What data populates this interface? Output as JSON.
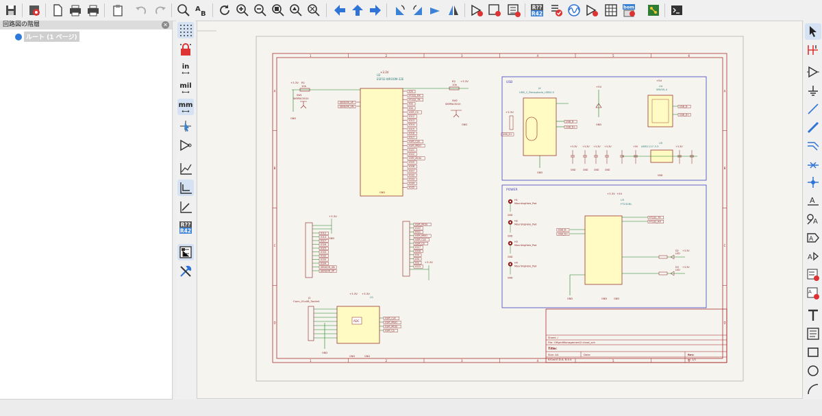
{
  "app": {
    "hierarchy_title": "回路図の階層",
    "hierarchy_root": "ルート (1 ページ)"
  },
  "toolbar": {
    "icons": [
      "save-icon",
      "schematic-setup-icon",
      "page-settings-icon",
      "print-icon",
      "plot-icon",
      "paste-icon",
      "undo-icon",
      "redo-icon",
      "find-icon",
      "find-replace-icon",
      "refresh-icon",
      "zoom-in-icon",
      "zoom-out-icon",
      "zoom-fit-icon",
      "zoom-objects-icon",
      "zoom-selection-icon",
      "navigate-back-icon",
      "navigate-up-icon",
      "navigate-forward-icon",
      "rotate-ccw-icon",
      "rotate-cw-icon",
      "mirror-vertical-icon",
      "mirror-horizontal-icon",
      "symbol-editor-icon",
      "symbol-browser-icon",
      "annotate-icon",
      "erc-icon",
      "simulator-icon",
      "footprint-assign-icon",
      "bom-icon",
      "bom-export-icon",
      "pcb-editor-icon",
      "scripting-console-icon"
    ],
    "annotate_label_top": "R??",
    "annotate_label_bottom": "R42",
    "bom_label": "bom"
  },
  "left_tools": {
    "units_in": "in",
    "units_mil": "mil",
    "units_mm": "mm",
    "annotate_top": "R??",
    "annotate_bottom": "R42"
  },
  "schematic": {
    "usb_box_title": "USB",
    "power_box_title": "POWER",
    "mcu_ref": "U2",
    "mcu_value": "ESP32-WROOM-32E",
    "usb_conn_ref": "J4",
    "usb_conn_value": "USB_C_Receptacle_USB2.0",
    "usb_chip_ref": "U3",
    "usb_chip_value": "FT232RL",
    "esd_ref": "U4",
    "esd_value": "SRV05-4",
    "reg_ref": "U5",
    "reg_value": "AMS1117-3.3",
    "adc_ref": "U1",
    "adc_label": "ADC",
    "j2_ref": "J2",
    "j2_value": "Conn_01x08_Socket",
    "mounting_holes": [
      "H1",
      "H2",
      "H3",
      "H4"
    ],
    "mounting_hole_value": "MountingHole_Pad",
    "sw1_ref": "SW1",
    "sw1_value": "SKRPACE010",
    "sw2_ref": "SW2",
    "sw2_value": "SKRPACE010",
    "r1": "R1",
    "r1_value": "10k",
    "r2": "R2",
    "r2_value": "10k",
    "net_3v3": "+3.3V",
    "net_5v": "+5V",
    "net_gnd": "GND",
    "mcu_left_labels": [
      "SENSOR_VP",
      "SENSOR_VN"
    ],
    "mcu_right_labels": [
      "IO0",
      "FT232_RX",
      "FT232_TX",
      "IO2",
      "IO4",
      "VSPI_CS",
      "IO12",
      "IO13",
      "IO14",
      "IO15",
      "IO16",
      "IO17",
      "VSPI_CLK",
      "VSPI_MISO",
      "IO21",
      "IO22",
      "VSPI_MOSI",
      "IO25",
      "IO26",
      "IO27",
      "IO32",
      "IO33",
      "IO34",
      "IO35"
    ],
    "header1_labels": [
      "IO12",
      "IO14",
      "IO27",
      "IO26",
      "IO25",
      "IO33",
      "IO32",
      "IO35",
      "IO34",
      "SENSOR_VN",
      "SENSOR_VP"
    ],
    "header2_labels": [
      "VSPI_MOSI",
      "IO22",
      "IO21",
      "VSPI_MISO",
      "VSPI_CLK",
      "VSPI_CS",
      "IO17",
      "IO16",
      "IO4",
      "IO0",
      "IO2",
      "IO15"
    ],
    "adc_right_labels": [
      "VSPI_CLK",
      "VSPI_MISO",
      "VSPI_MOSI",
      "VSPI_CS"
    ],
    "ft_right_labels": [
      "FT232_TX",
      "FT232_RX"
    ],
    "ft_left_labels": [
      "USB_D+",
      "USB_D-"
    ],
    "usb_right_labels": [
      "USB_D-",
      "USB_D+"
    ],
    "esd_labels": [
      "USB_D-",
      "USB_D+"
    ],
    "leds": [
      "D2",
      "D3"
    ],
    "led_value": "LED",
    "title_block": {
      "sheet": "Sheet: /",
      "file": "File: OffgridManagement2.kicad_sch",
      "title": "Title:",
      "size": "Size: A4",
      "date": "Date:",
      "rev": "Rev:",
      "app": "KiCad E.D.A. 8.0.4",
      "id": "Id: 1/1"
    }
  },
  "right_tools": {
    "icons": [
      "select-icon",
      "highlight-net-icon",
      "add-symbol-icon",
      "add-power-icon",
      "add-wire-icon",
      "add-bus-icon",
      "add-bus-entry-icon",
      "no-connect-icon",
      "junction-icon",
      "net-label-icon",
      "net-class-icon",
      "global-label-icon",
      "hier-label-icon",
      "hier-sheet-icon",
      "import-sheet-pin-icon",
      "add-text-icon",
      "add-textbox-icon",
      "add-rectangle-icon",
      "add-circle-icon",
      "add-arc-icon"
    ]
  }
}
